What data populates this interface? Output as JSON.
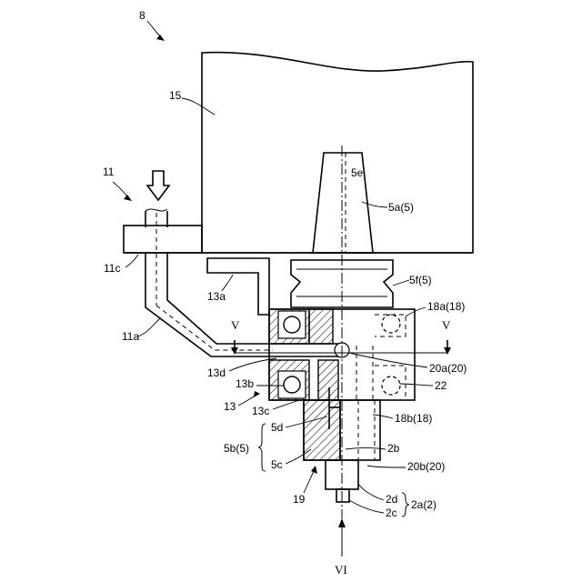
{
  "labels": {
    "fig_ref": "8",
    "housing": "15",
    "arm_group": "11",
    "arm_block": "11c",
    "arm": "11a",
    "holder_plate": "13a",
    "holder_shaft": "13d",
    "bearing": "13b",
    "holder": "13",
    "holder_base": "13c",
    "shank_top": "5e",
    "taper": "5a(5)",
    "flange": "5f(5)",
    "sensor_top": "18a(18)",
    "section_v_left": "V",
    "section_v_right": "V",
    "channel_top": "20a(20)",
    "seal": "22",
    "sensor_bottom": "18b(18)",
    "part_5d": "5d",
    "group_5b": "5b(5)",
    "part_5c": "5c",
    "part_2b": "2b",
    "channel_bottom": "20b(20)",
    "part_19": "19",
    "part_2d": "2d",
    "group_2a": "2a(2)",
    "part_2c": "2c",
    "view_vi": "VI"
  }
}
